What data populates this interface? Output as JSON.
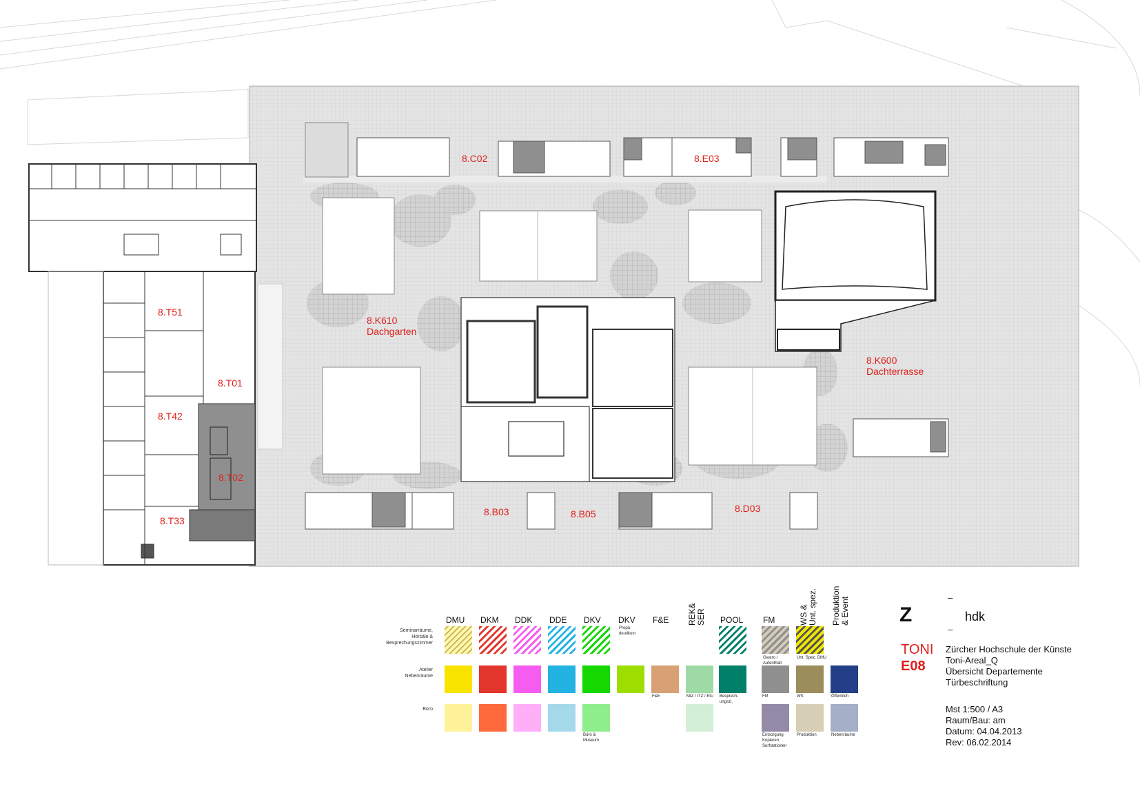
{
  "rooms": {
    "c02": "8.C02",
    "e03": "8.E03",
    "t51": "8.T51",
    "k610_code": "8.K610",
    "k610_name": "Dachgarten",
    "t01": "8.T01",
    "t42": "8.T42",
    "t02": "8.T02",
    "t33": "8.T33",
    "k600_code": "8.K600",
    "k600_name": "Dachterrasse",
    "b03": "8.B03",
    "b05": "8.B05",
    "d03": "8.D03"
  },
  "legend": {
    "departments": {
      "dmu": "DMU",
      "dkm": "DKM",
      "ddk": "DDK",
      "dde": "DDE",
      "dkv": "DKV",
      "dkv2": "DKV",
      "fe": "F&E",
      "rekser_1": "REK&",
      "rekser_2": "SER",
      "pool": "POOL",
      "fm": "FM",
      "ws_1": "WS &",
      "ws_2": "Unt. spez.",
      "prod_1": "Produktion",
      "prod_2": "& Event"
    },
    "sub": {
      "propa_1": "Propä-",
      "propa_2": "deutikum"
    },
    "row_labels": {
      "seminar_1": "Seminarräume,",
      "seminar_2": "Hörsäle &",
      "seminar_3": "Besprechungszimmer",
      "atelier_1": "Atelier",
      "atelier_2": "Nebenräume",
      "buero": "Büro"
    },
    "captions": {
      "gastro_1": "Gastro /",
      "gastro_2": "Aufenthalt",
      "unt_spez": "Unt. Spez. DMU",
      "fe": "F&E",
      "miz": "MIZ / ITZ / Etc.",
      "bespr_1": "Besprech-",
      "bespr_2": "ungszi.",
      "fm": "FM",
      "ws": "WS",
      "oeffentlich": "Öffentlich",
      "buero_1": "Büro &",
      "buero_2": "Museum",
      "entsorgung_1": "Entsorgung",
      "entsorgung_2": "Kopieren",
      "entsorgung_3": "Surfstationen",
      "produktion": "Produktion",
      "nebenraeume": "Nebenräume"
    },
    "colors": {
      "dmu": "#f9e400",
      "dkm": "#e2352b",
      "ddk": "#f75cf0",
      "dde": "#22b3e3",
      "dkv": "#14d800",
      "dkv2": "#9dde00",
      "fe": "#d9a073",
      "miz": "#9edaa5",
      "pool": "#008069",
      "fm": "#8f8f8f",
      "ws": "#9c8e5c",
      "oeff": "#233f88",
      "dmu_b": "#fff29a",
      "dkm_b": "#ff6a3d",
      "ddk_b": "#ffaef8",
      "dde_b": "#a4d9ea",
      "dkv_b": "#8fee8c",
      "miz_b": "#d3efd5",
      "ents": "#928aa6",
      "prod": "#d6cfb5",
      "neben": "#a4afc8"
    }
  },
  "title_block": {
    "logo": "Z",
    "dash_1": "–",
    "dash_2": "–",
    "hdk": "hdk",
    "toni": "TONI",
    "floor": "E08",
    "line1": "Zürcher Hochschule der Künste",
    "line2": "Toni-Areal_Q",
    "line3": "Übersicht Departemente",
    "line4": "Türbeschriftung",
    "scale": "Mst 1:500 / A3",
    "raum": "Raum/Bau: am",
    "datum": "Datum: 04.04.2013",
    "rev": "Rev: 06.02.2014"
  }
}
